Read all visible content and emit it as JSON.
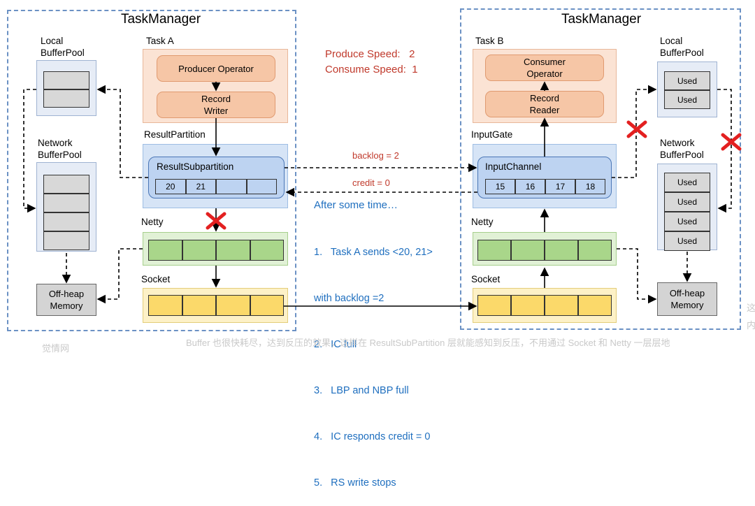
{
  "left_tm": {
    "title": "TaskManager",
    "task_label": "Task A",
    "producer_operator": "Producer Operator",
    "record_writer": "Record Writer",
    "result_partition_label": "ResultPartition",
    "result_subpartition_label": "ResultSubpartition",
    "subpartition_cells": [
      "20",
      "21",
      "",
      ""
    ],
    "netty_label": "Netty",
    "socket_label": "Socket",
    "local_bufferpool_label": "Local BufferPool",
    "network_bufferpool_label": "Network BufferPool",
    "offheap_label": "Off-heap Memory"
  },
  "right_tm": {
    "title": "TaskManager",
    "task_label": "Task B",
    "consumer_operator": "Consumer Operator",
    "record_reader": "Record Reader",
    "input_gate_label": "InputGate",
    "input_channel_label": "InputChannel",
    "channel_cells": [
      "15",
      "16",
      "17",
      "18"
    ],
    "netty_label": "Netty",
    "socket_label": "Socket",
    "local_bufferpool_label": "Local BufferPool",
    "local_cells": [
      "Used",
      "Used"
    ],
    "network_bufferpool_label": "Network BufferPool",
    "network_cells": [
      "Used",
      "Used",
      "Used",
      "Used"
    ],
    "offheap_label": "Off-heap Memory"
  },
  "speeds": {
    "produce": "Produce Speed:   2",
    "consume": "Consume Speed:  1"
  },
  "links": {
    "backlog": "backlog = 2",
    "credit": "credit = 0"
  },
  "notes": {
    "heading": "After some time…",
    "items": [
      "1.   Task A sends <20, 21>",
      "with backlog =2",
      "2.   IC full",
      "3.   LBP and NBP full",
      "4.   IC responds credit = 0",
      "5.   RS write stops"
    ]
  },
  "background_text": {
    "bottom_left": "觉情网",
    "bottom": "Buffer 也很快耗尽，达到反压的效果，这样在 ResultSubPartition 层就能感知到反压，不用通过 Socket 和 Netty 一层层地",
    "right_1": "这",
    "right_2": "内"
  },
  "colors": {
    "tm_border": "#6b91c4",
    "red_text": "#c0392b",
    "blue_text": "#1f6fbf",
    "cross": "#e32020"
  }
}
